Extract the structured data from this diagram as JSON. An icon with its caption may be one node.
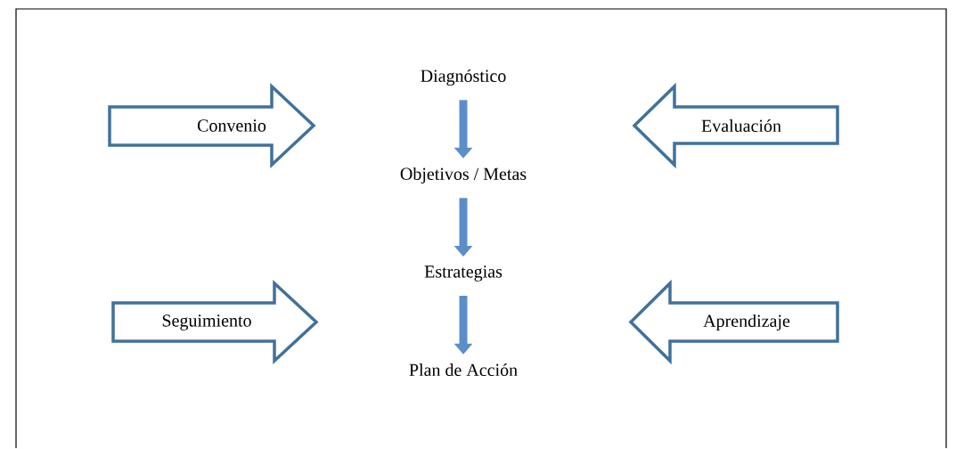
{
  "diagram": {
    "nodes": [
      {
        "text": [
          "Diagnóstico"
        ]
      },
      {
        "text": [
          "Convenio"
        ]
      },
      {
        "text": [
          "Evaluación"
        ]
      },
      {
        "text": [
          "Objetivos / Metas"
        ]
      },
      {
        "text": [
          "Estrategias"
        ]
      },
      {
        "text": [
          "Seguimiento"
        ]
      },
      {
        "text": [
          "Aprendizaje"
        ]
      },
      {
        "text": [
          "Plan de Acción"
        ]
      }
    ],
    "edges": [
      {
        "from": 0,
        "to": 3,
        "arrow": "to"
      },
      {
        "from": 3,
        "to": 4,
        "arrow": "to"
      },
      {
        "from": 4,
        "to": 7,
        "arrow": "to"
      }
    ]
  }
}
